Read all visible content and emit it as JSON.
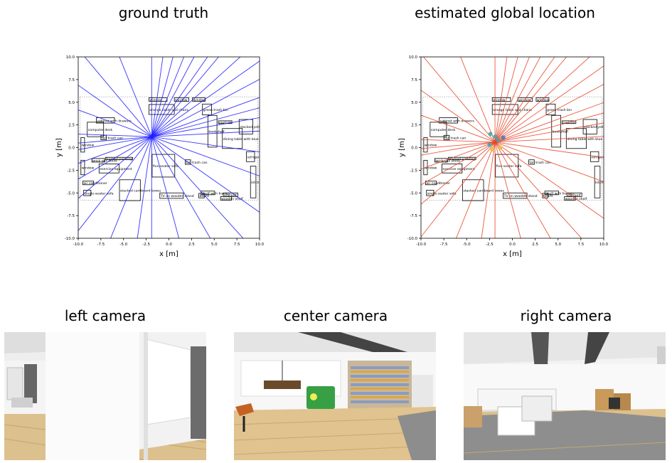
{
  "titles": {
    "ground_truth": "ground truth",
    "estimated": "estimated global location",
    "left": "left camera",
    "center": "center camera",
    "right": "right camera"
  },
  "colors": {
    "gt_rays": "#1f1fff",
    "est_rays": "#e8472a"
  },
  "chart_data": {
    "type": "scatter",
    "xlabel": "x [m]",
    "ylabel": "y [m]",
    "xlim": [
      -10,
      10
    ],
    "ylim": [
      -10,
      10
    ],
    "xticks": [
      "-10.0",
      "-7.5",
      "-5.0",
      "-2.5",
      "0.0",
      "2.5",
      "5.0",
      "7.5",
      "10.0"
    ],
    "yticks": [
      "10.0",
      "7.5",
      "5.0",
      "2.5",
      "0.0",
      "-2.5",
      "-5.0",
      "-7.5",
      "-10.0"
    ],
    "gt_position": [
      -1.9,
      1.2
    ],
    "est_position": [
      -1.9,
      0.6
    ],
    "ray_angles_deg": [
      112,
      130,
      145,
      160,
      178,
      185,
      190,
      200,
      210,
      220,
      232,
      248,
      262,
      270,
      285,
      300,
      312,
      325,
      340,
      352,
      3,
      10,
      15,
      20,
      28,
      35,
      42,
      50,
      55,
      62,
      68,
      75,
      82,
      90
    ],
    "furniture": [
      {
        "label": "window",
        "x": -1.2,
        "y": 5.3,
        "w": 2.0,
        "h": 0.4
      },
      {
        "label": "window",
        "x": 1.4,
        "y": 5.3,
        "w": 1.6,
        "h": 0.4
      },
      {
        "label": "window",
        "x": 3.3,
        "y": 5.3,
        "w": 1.4,
        "h": 0.4
      },
      {
        "label": "orange table and chairs",
        "x": -0.8,
        "y": 4.2,
        "w": 2.8,
        "h": 1.1
      },
      {
        "label": "green trash bin",
        "x": 4.2,
        "y": 4.2,
        "w": 1.0,
        "h": 1.2
      },
      {
        "label": "portrait",
        "x": 6.2,
        "y": 2.8,
        "w": 1.5,
        "h": 0.3
      },
      {
        "label": "stacked yellow buckets",
        "x": 8.5,
        "y": 2.3,
        "w": 1.5,
        "h": 1.6
      },
      {
        "label": "cabinet with drawers",
        "x": -7.0,
        "y": 3.0,
        "w": 2.0,
        "h": 0.6
      },
      {
        "label": "bookshelf",
        "x": 4.8,
        "y": 1.8,
        "w": 1.0,
        "h": 3.5
      },
      {
        "label": "dining table with blue chairs",
        "x": 7.0,
        "y": 1.0,
        "w": 2.2,
        "h": 2.2
      },
      {
        "label": "computer desk",
        "x": -8.1,
        "y": 2.0,
        "w": 1.8,
        "h": 1.6
      },
      {
        "label": "tall trash can",
        "x": -7.2,
        "y": 1.1,
        "w": 0.6,
        "h": 0.5
      },
      {
        "label": "window",
        "x": -9.5,
        "y": 0.3,
        "w": 0.4,
        "h": 1.6
      },
      {
        "label": "refrigerator",
        "x": 9.0,
        "y": -1.0,
        "w": 0.9,
        "h": 1.1
      },
      {
        "label": "framed painting",
        "x": -5.5,
        "y": -1.2,
        "w": 3.0,
        "h": 0.25
      },
      {
        "label": "brick gas stove",
        "x": -7.8,
        "y": -1.4,
        "w": 1.4,
        "h": 0.4
      },
      {
        "label": "five-seater sofa",
        "x": -0.6,
        "y": -2.0,
        "w": 2.5,
        "h": 2.5
      },
      {
        "label": "tall trash can",
        "x": 2.1,
        "y": -1.6,
        "w": 0.6,
        "h": 0.5
      },
      {
        "label": "window",
        "x": -9.5,
        "y": -2.2,
        "w": 0.4,
        "h": 1.6
      },
      {
        "label": "exercise equipment",
        "x": -6.6,
        "y": -2.3,
        "w": 2.2,
        "h": 1.0
      },
      {
        "label": "kitchen unit",
        "x": 9.3,
        "y": -3.8,
        "w": 0.6,
        "h": 3.5
      },
      {
        "label": "air conditioner",
        "x": -8.9,
        "y": -3.9,
        "w": 1.2,
        "h": 0.4
      },
      {
        "label": "stacked cardboard boxes",
        "x": -4.3,
        "y": -4.7,
        "w": 2.3,
        "h": 2.3
      },
      {
        "label": "single-seater sofa",
        "x": -9.0,
        "y": -5.0,
        "w": 0.8,
        "h": 0.6
      },
      {
        "label": "TV on wooden stand",
        "x": 0.3,
        "y": -5.3,
        "w": 2.6,
        "h": 0.6
      },
      {
        "label": "shelf with frames",
        "x": 4.3,
        "y": -5.0,
        "w": 1.5,
        "h": 0.4
      },
      {
        "label": "board",
        "x": 3.6,
        "y": -5.3,
        "w": 0.6,
        "h": 0.5
      },
      {
        "label": "stackelf",
        "x": 6.8,
        "y": -5.2,
        "w": 1.6,
        "h": 0.4
      },
      {
        "label": "wooden shelf",
        "x": 6.3,
        "y": -5.6,
        "w": 1.2,
        "h": 0.4
      }
    ]
  }
}
